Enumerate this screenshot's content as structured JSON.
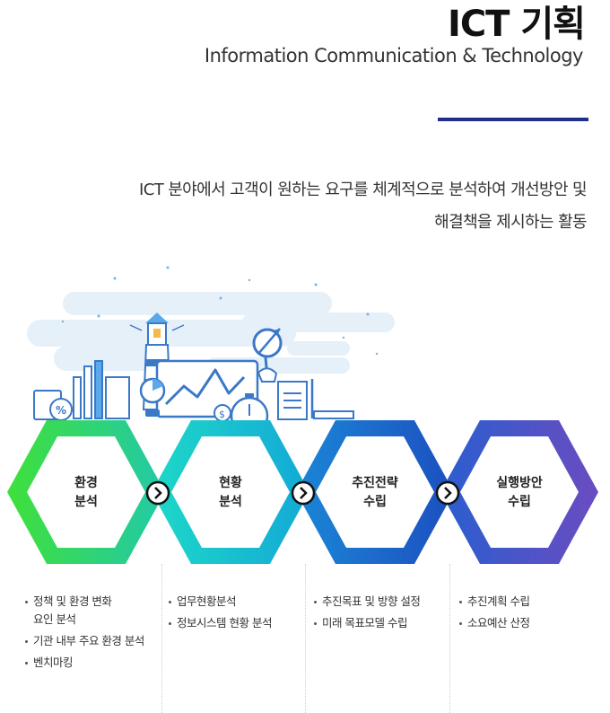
{
  "header": {
    "title": "ICT 기획",
    "subtitle": "Information Communication & Technology",
    "accent_color": "#1f2f8a"
  },
  "intro": {
    "line1": "ICT 분야에서 고객이 원하는 요구를 체계적으로 분석하여 개선방안 및",
    "line2": "해결책을 제시하는 활동"
  },
  "illustration": {
    "icons": [
      "lighthouse-icon",
      "bar-chart-icon",
      "monitor-line-chart-icon",
      "magnifier-icon",
      "calculator-icon",
      "stopwatch-icon",
      "document-icon",
      "ruler-icon",
      "lightbulb-icon"
    ]
  },
  "steps": [
    {
      "label1": "환경",
      "label2": "분석",
      "color_from": "#3fe03a",
      "color_to": "#22c9a8",
      "bullets": [
        "정책 및 환경 변화\n요인 분석",
        "기관 내부 주요 환경 분석",
        "벤치마킹"
      ]
    },
    {
      "label1": "현황",
      "label2": "분석",
      "color_from": "#1ed8c8",
      "color_to": "#13a9d6",
      "bullets": [
        "업무현황분석",
        "정보시스템 현황 분석"
      ]
    },
    {
      "label1": "추진전략",
      "label2": "수립",
      "color_from": "#1b86d6",
      "color_to": "#1c4fc0",
      "bullets": [
        "추진목표 및 방향 설정",
        "미래 목표모델 수립"
      ]
    },
    {
      "label1": "실행방안",
      "label2": "수립",
      "color_from": "#2a5ed0",
      "color_to": "#6a4cc0",
      "bullets": [
        "추진계획 수립",
        "소요예산 산정"
      ]
    }
  ],
  "arrow_icon": "chevron-right-icon"
}
